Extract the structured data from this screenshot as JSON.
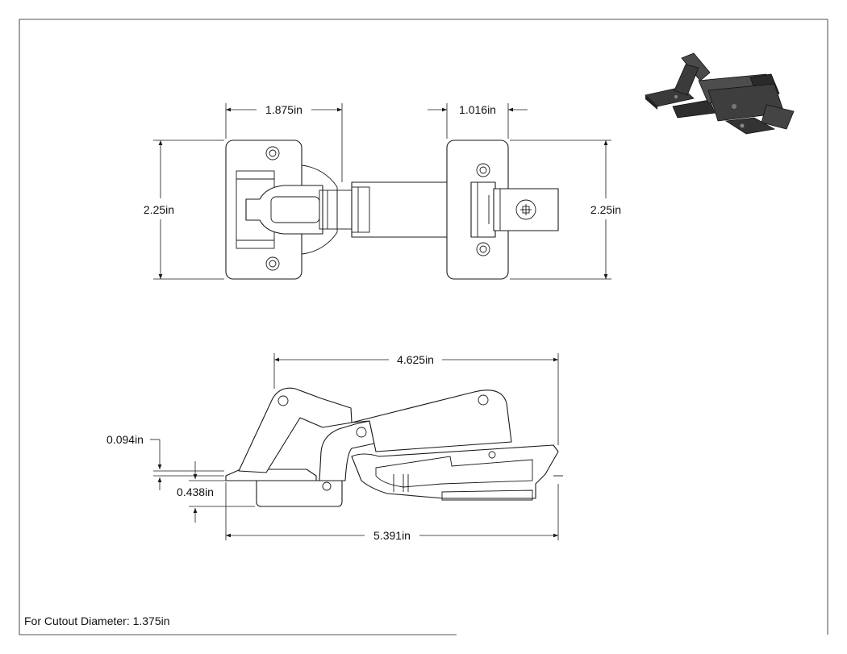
{
  "top_view": {
    "width_left": "1.875in",
    "width_right": "1.016in",
    "height_left": "2.25in",
    "height_right": "2.25in"
  },
  "side_view": {
    "overall_top": "4.625in",
    "offset_small": "0.094in",
    "plate_thickness": "0.438in",
    "overall_bottom": "5.391in"
  },
  "note": "For Cutout Diameter: 1.375in"
}
